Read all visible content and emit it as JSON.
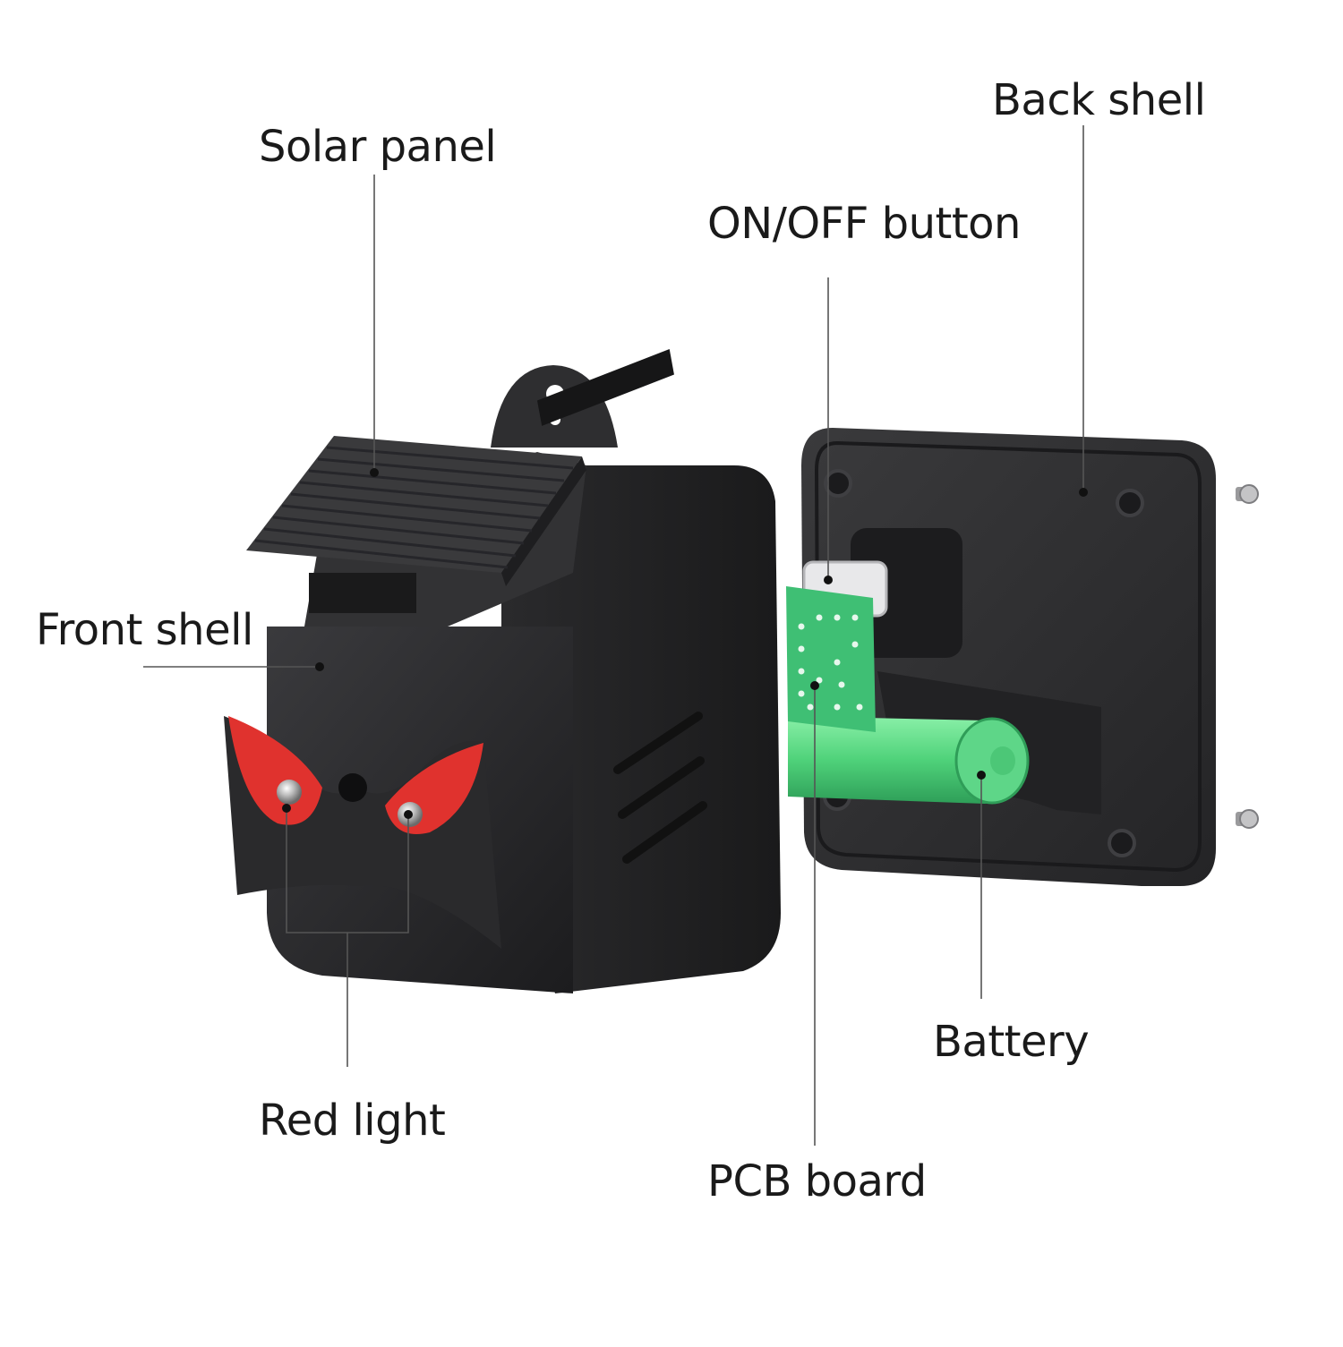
{
  "labels": {
    "solar_panel": "Solar panel",
    "back_shell": "Back shell",
    "on_off_button": "ON/OFF button",
    "front_shell": "Front shell",
    "battery": "Battery",
    "red_light": "Red light",
    "pcb_board": "PCB board"
  },
  "colors": {
    "shell": "#2b2b2d",
    "shell_dark": "#1d1d1f",
    "solar": "#3a3a3c",
    "eye_red": "#e0322e",
    "battery_green": "#54d97f",
    "pcb_green": "#3fbf74",
    "leader_line": "#555555"
  }
}
